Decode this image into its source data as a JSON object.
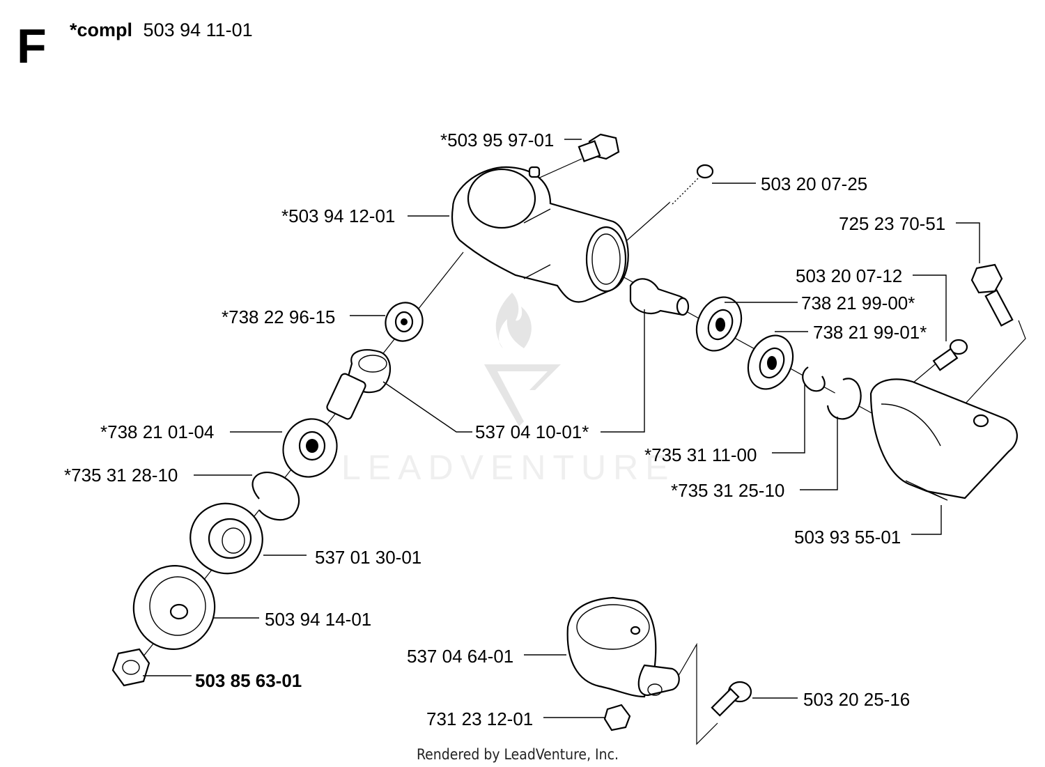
{
  "header": {
    "section_letter": "F",
    "compl_prefix": "*compl",
    "compl_number": "503 94 11-01"
  },
  "watermark": {
    "text": "LEADVENTURE"
  },
  "labels": {
    "bolt_top": "*503 95 97-01",
    "screw_top": "503 20 07-25",
    "gear_housing": "*503 94 12-01",
    "hex_bolt_right": "725 23 70-51",
    "screw_right": "503 20 07-12",
    "bearing_a": "738 21 99-00*",
    "bearing_b": "738 21 99-01*",
    "small_bearing": "*738 22 96-15",
    "bevel_gear_set": "537 04 10-01*",
    "bearing_c": "*738 21 01-04",
    "circlip_a": "*735 31 11-00",
    "circlip_left": "*735 31 28-10",
    "circlip_b": "*735 31 25-10",
    "guard": "503 93 55-01",
    "flange": "537 01 30-01",
    "support_cup": "503 94 14-01",
    "nut": "503 85 63-01",
    "clamp": "537 04 64-01",
    "clamp_screw": "503 20 25-16",
    "clamp_nut": "731 23 12-01"
  },
  "footer": {
    "text": "Rendered by LeadVenture, Inc."
  }
}
